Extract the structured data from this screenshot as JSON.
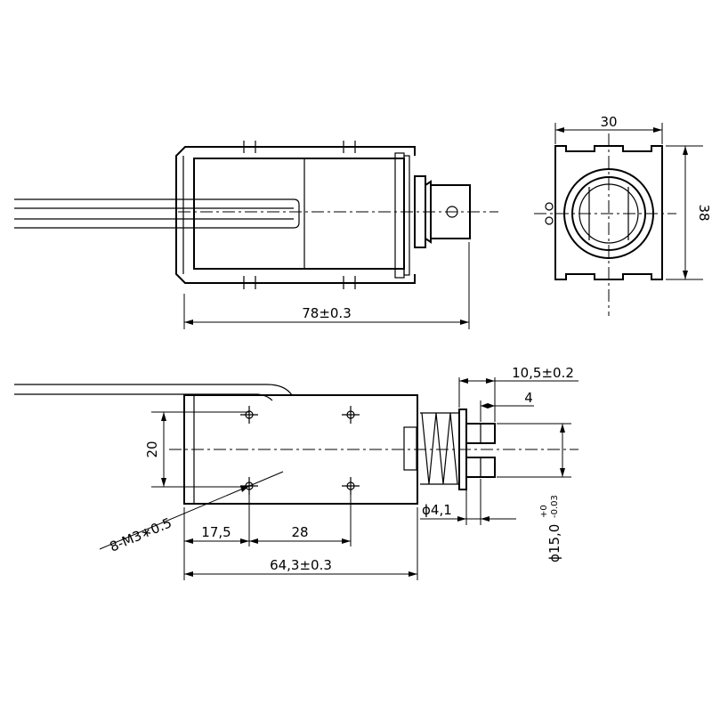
{
  "diagram": {
    "top_view": {
      "length_label": "78±0.3"
    },
    "end_view": {
      "width_label": "30",
      "height_label": "38"
    },
    "side_view": {
      "height_label": "20",
      "thread_label": "8-M3∗0.5",
      "hole_offset_label": "17,5",
      "hole_pitch_label": "28",
      "body_length_label": "64,3±0.3",
      "plunger_length_label": "10,5±0.2",
      "plunger_offset_label": "4",
      "pin_diameter_label": "ϕ4,1",
      "plunger_diameter_label": "ϕ15,0",
      "tolerance_upper": "+0",
      "tolerance_lower": "-0.03"
    }
  },
  "colors": {
    "line": "#000000",
    "background": "#ffffff"
  }
}
